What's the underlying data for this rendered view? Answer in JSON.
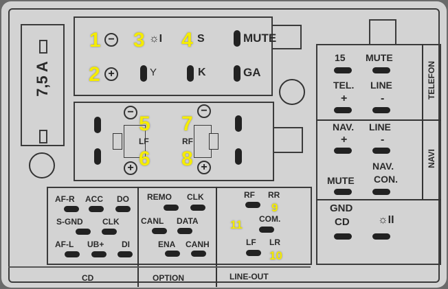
{
  "fuse": {
    "label": "7,5 A"
  },
  "power_connector": {
    "numbers": [
      "1",
      "2",
      "3",
      "4",
      "5",
      "6",
      "7",
      "8"
    ],
    "pins": {
      "minus": "−",
      "plus": "+",
      "light": "☼I",
      "antenna": "Y",
      "s": "S",
      "mute": "MUTE",
      "k": "K",
      "ga": "GA"
    },
    "speakers": {
      "left": "LF",
      "right": "RF",
      "minus": "−",
      "plus": "+"
    }
  },
  "cd": {
    "title": "CD",
    "pins": [
      "AF-R",
      "ACC",
      "DO",
      "S-GND",
      "CLK",
      "AF-L",
      "UB+",
      "DI"
    ]
  },
  "option": {
    "title": "OPTION",
    "pins": [
      "REMO",
      "CLK",
      "CANL",
      "DATA",
      "ENA",
      "CANH"
    ]
  },
  "line_out": {
    "title": "LINE-OUT",
    "pins": [
      "RF",
      "RR",
      "COM.",
      "LF",
      "LR"
    ],
    "numbers": [
      "9",
      "10",
      "11"
    ]
  },
  "telefon": {
    "title": "TELEFON",
    "pins": [
      "15",
      "MUTE",
      "TEL.",
      "LINE",
      "+",
      "-"
    ]
  },
  "navi": {
    "title": "NAVI",
    "pins": [
      "NAV.",
      "LINE",
      "+",
      "-",
      "MUTE",
      "NAV.",
      "CON."
    ]
  },
  "bottom_right": {
    "pins": [
      "GND",
      "CD",
      "☼II"
    ]
  }
}
